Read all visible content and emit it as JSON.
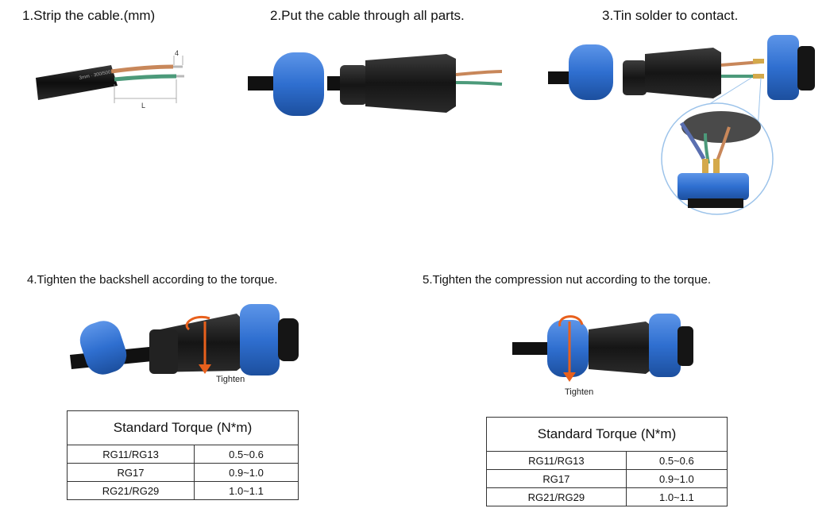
{
  "steps": [
    {
      "title": "1.Strip the cable.(mm)"
    },
    {
      "title": "2.Put the cable through all parts."
    },
    {
      "title": "3.Tin solder to contact."
    },
    {
      "title": "4.Tighten the backshell according to the torque."
    },
    {
      "title": "5.Tighten the compression nut according to the torque."
    }
  ],
  "strip": {
    "dimension_4": "4",
    "dimension_L": "L",
    "cable_print": "3mm · 300/500"
  },
  "tighten_label": "Tighten",
  "torque_table": {
    "header": "Standard Torque  (N*m)",
    "rows": [
      {
        "size": "RG11/RG13",
        "torque": "0.5~0.6"
      },
      {
        "size": "RG17",
        "torque": "0.9~1.0"
      },
      {
        "size": "RG21/RG29",
        "torque": "1.0~1.1"
      }
    ]
  },
  "colors": {
    "nut_blue": "#2f6fd0",
    "body_black": "#1c1c1c",
    "wire_brown": "#c8875a",
    "wire_green": "#4c9a7a",
    "arrow_orange": "#e8601c"
  }
}
